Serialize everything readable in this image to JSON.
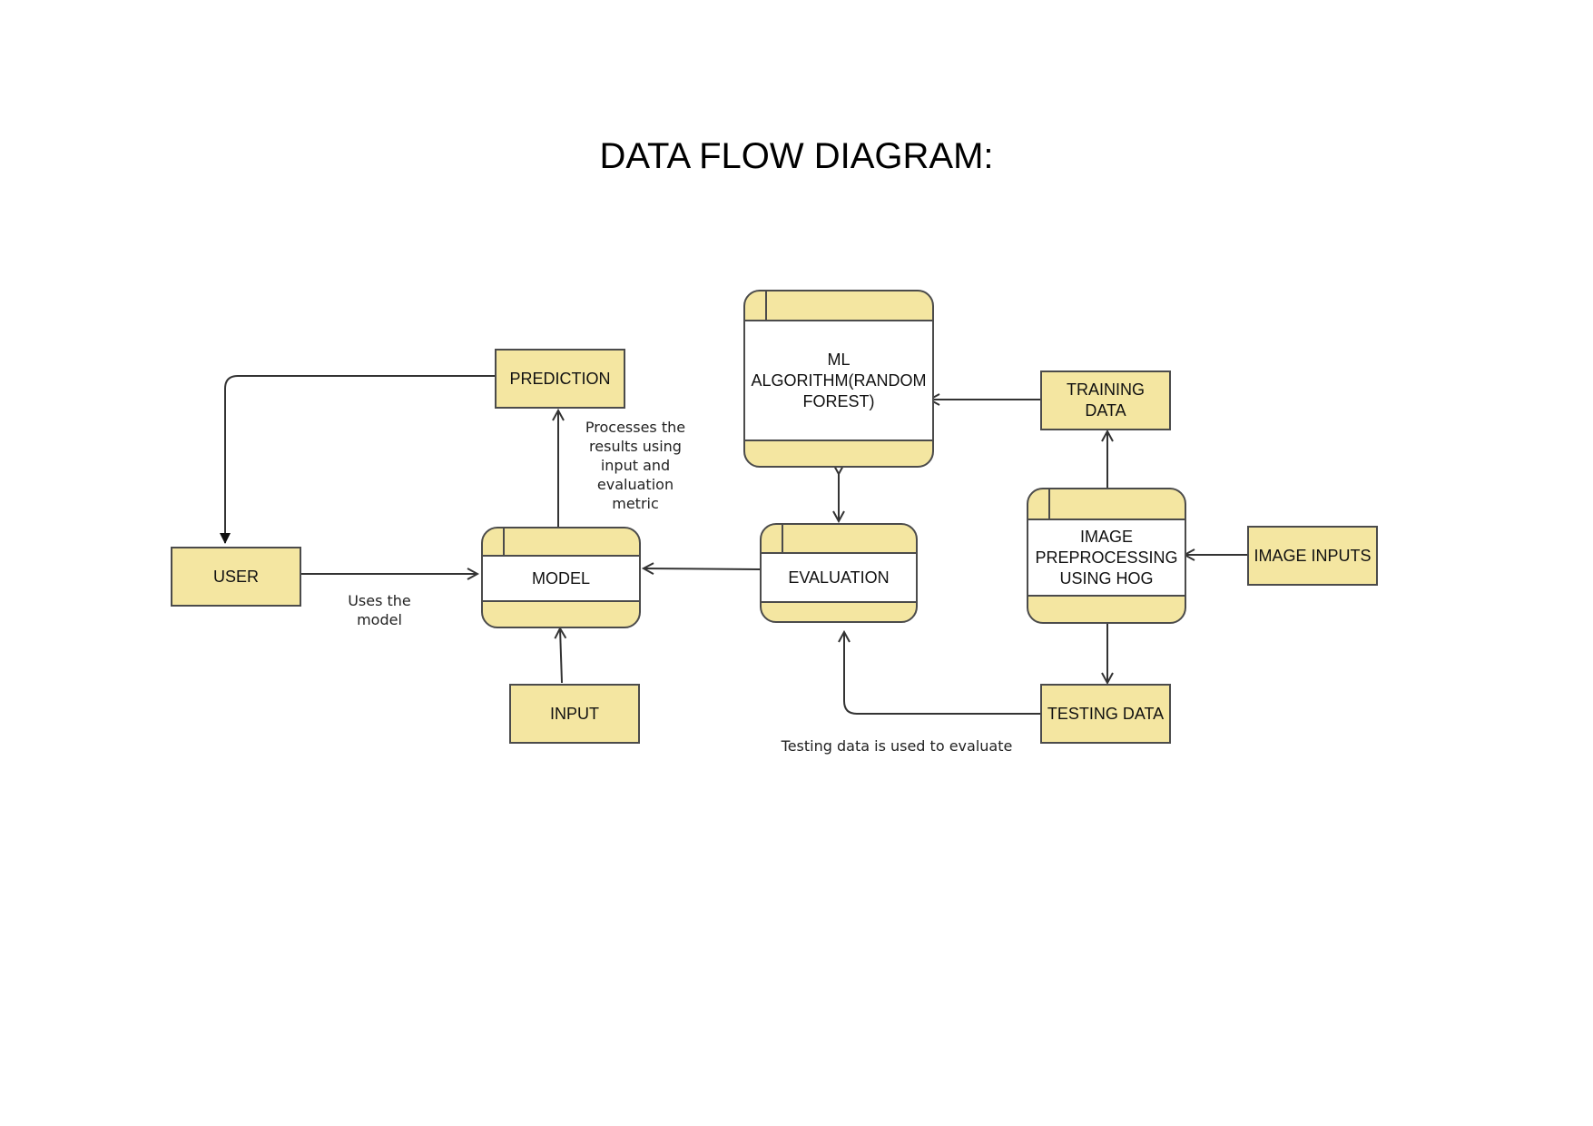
{
  "title": "DATA FLOW DIAGRAM:",
  "colors": {
    "node_fill": "#f4e6a1",
    "node_border": "#4b4b4b",
    "edge": "#333333",
    "band": "#ffffff"
  },
  "nodes": {
    "prediction": "PREDICTION",
    "user": "USER",
    "model": "MODEL",
    "input": "INPUT",
    "ml_algorithm": "ML ALGORITHM(RANDOM FOREST)",
    "evaluation": "EVALUATION",
    "training_data": "TRAINING DATA",
    "image_preprocessing": "IMAGE PREPROCESSING USING HOG",
    "image_inputs": "IMAGE INPUTS",
    "testing_data": "TESTING DATA"
  },
  "edge_labels": {
    "processes": "Processes the results using input and evaluation metric",
    "uses_model": "Uses the model",
    "testing_eval": "Testing data is used to evaluate"
  }
}
